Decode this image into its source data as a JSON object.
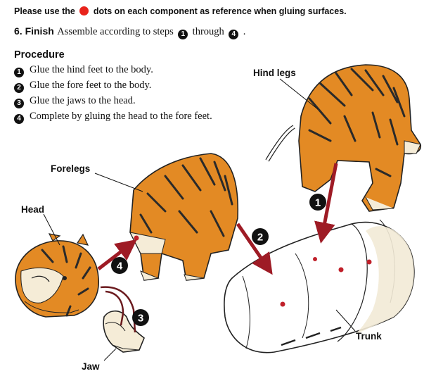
{
  "notice": {
    "before": "Please use the",
    "after": "dots on each component as reference when gluing surfaces."
  },
  "step": {
    "title": "6. Finish",
    "text_before": "Assemble according to steps",
    "num_from": "1",
    "through": "through",
    "num_to": "4",
    "text_after": "."
  },
  "procedure": {
    "title": "Procedure",
    "items": [
      {
        "num": "1",
        "text": "Glue the hind feet to the body."
      },
      {
        "num": "2",
        "text": "Glue the fore feet to the body."
      },
      {
        "num": "3",
        "text": "Glue the jaws to the head."
      },
      {
        "num": "4",
        "text": "Complete by gluing the head to the fore feet."
      }
    ]
  },
  "labels": {
    "hind_legs": "Hind legs",
    "forelegs": "Forelegs",
    "head": "Head",
    "jaw": "Jaw",
    "trunk": "Trunk"
  },
  "badges": [
    "1",
    "2",
    "3",
    "4"
  ],
  "colors": {
    "glue_dot": "#e8231b",
    "arrow": "#9e1b25",
    "tiger_orange": "#e38a24",
    "stripe": "#2a2a2a"
  }
}
